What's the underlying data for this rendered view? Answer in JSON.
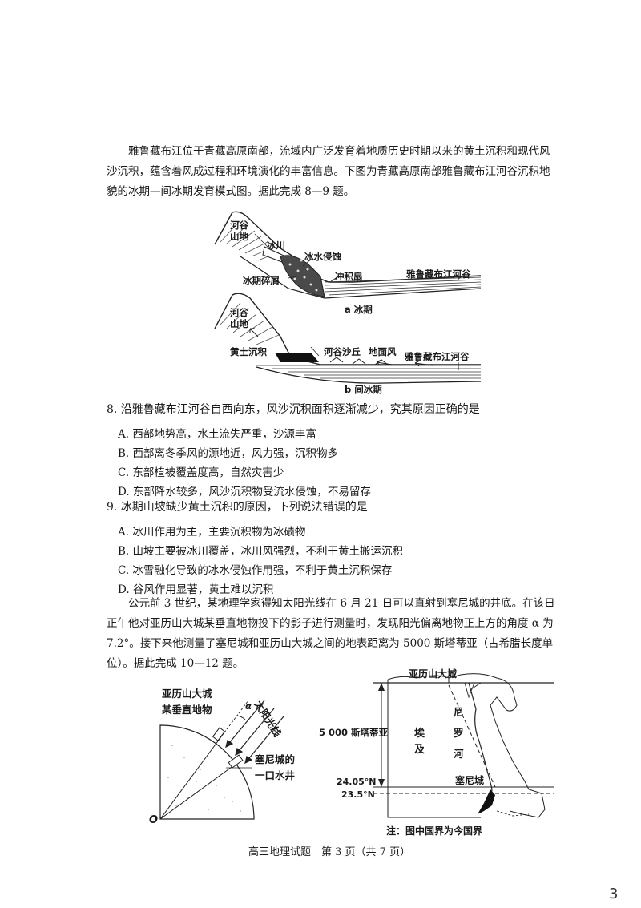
{
  "intro1": {
    "line1": "雅鲁藏布江位于青藏高原南部，流域内广泛发育着地质历史时期以来的黄土沉积和现代风",
    "line2": "沙沉积，蕴含着风成过程和环境演化的丰富信息。下图为青藏高原南部雅鲁藏布江河谷沉积地",
    "line3": "貌的冰期—间冰期发育模式图。据此完成 8—9 题。"
  },
  "figure_a": {
    "label_mountain": "河谷\n山地",
    "label_glacier": "冰川",
    "label_erosion": "冰水侵蚀",
    "label_debris": "冰期碎屑",
    "label_fan": "冲积扇",
    "label_valley": "雅鲁藏布江河谷",
    "caption": "a 冰期"
  },
  "figure_b": {
    "label_mountain": "河谷\n山地",
    "label_loess": "黄土沉积",
    "label_dune": "河谷沙丘",
    "label_wind": "地面风",
    "label_valley": "雅鲁藏布江河谷",
    "caption": "b 间冰期"
  },
  "q8": {
    "stem": "8. 沿雅鲁藏布江河谷自西向东，风沙沉积面积逐渐减少，究其原因正确的是",
    "A": "A.  西部地势高，水土流失严重，沙源丰富",
    "B": "B.  西部离冬季风的源地近，风力强，沉积物多",
    "C": "C.  东部植被覆盖度高，自然灾害少",
    "D": "D.  东部降水较多，风沙沉积物受流水侵蚀，不易留存"
  },
  "q9": {
    "stem": "9. 冰期山坡缺少黄土沉积的原因，下列说法错误的是",
    "A": "A.  冰川作用为主，主要沉积物为冰碛物",
    "B": "B.  山坡主要被冰川覆盖，冰川风强烈，不利于黄土搬运沉积",
    "C": "C.  冰雪融化导致的冰水侵蚀作用强，不利于黄土沉积保存",
    "D": "D.  谷风作用显著，黄土难以沉积"
  },
  "intro2": {
    "line1": "公元前 3 世纪，某地理学家得知太阳光线在 6 月 21 日可以直射到塞尼城的井底。在该日",
    "line2": "正午他对亚历山大城某垂直地物投下的影子进行测量时，发现阳光偏离地物正上方的角度 α 为",
    "line3": "7.2°。接下来他测量了塞尼城和亚历山大城之间的地表距离为 5000 斯塔蒂亚（古希腊长度单",
    "line4": "位）。据此完成 10—12 题。"
  },
  "figure_c": {
    "label_alex_object": "亚历山大城\n某垂直地物",
    "label_sun": "太阳光线",
    "label_alpha": "α",
    "label_well": "塞尼城的\n一口水井",
    "label_origin": "O"
  },
  "figure_d": {
    "label_alex": "亚历山大城",
    "label_nile": "尼\n罗\n河",
    "label_egypt": "埃\n及",
    "label_distance": "5 000 斯塔蒂亚",
    "label_lat1": "24.05°N",
    "label_lat2": "23.5°N",
    "label_syene": "塞尼城",
    "note": "注：图中国界为今国界"
  },
  "footer": "高三地理试题　第 3 页（共 7 页）",
  "page_number": "3"
}
